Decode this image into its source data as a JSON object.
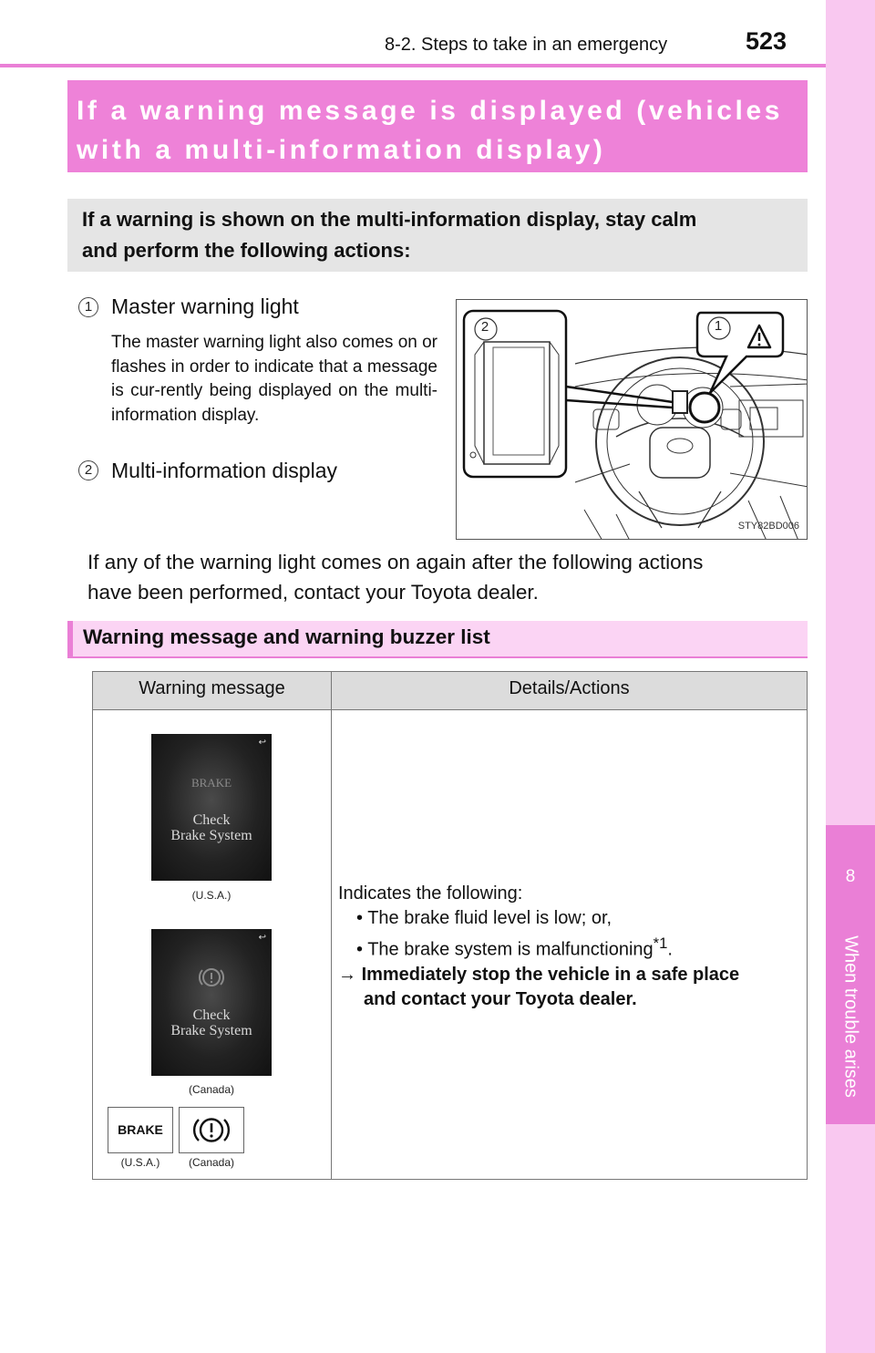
{
  "header": {
    "section": "8-2. Steps to take in an emergency",
    "page_number": "523"
  },
  "side_tab": {
    "chapter": "8",
    "label": "When trouble arises"
  },
  "main_heading": {
    "line1": "If a warning message is displayed (vehicles",
    "line2": "with a multi-information display)"
  },
  "intro": {
    "line1": "If a warning is shown on the multi-information display, stay calm",
    "line2": "and perform the following actions:"
  },
  "items": [
    {
      "number": "1",
      "title": "Master warning light",
      "description": "The master warning light also comes on or flashes in order to indicate that a message is cur-rently being displayed on the multi-information display."
    },
    {
      "number": "2",
      "title": "Multi-information display"
    }
  ],
  "illustration": {
    "callout_left": "2",
    "callout_right": "1",
    "code": "STY82BD006"
  },
  "paragraph": {
    "line1": "If any of the warning light comes on again after the following actions",
    "line2": "have been performed, contact your Toyota dealer."
  },
  "sub_heading": "Warning message and warning buzzer list",
  "table": {
    "headers": [
      "Warning message",
      "Details/Actions"
    ],
    "rows": [
      {
        "displays": [
          {
            "top_text": "BRAKE",
            "line1": "Check",
            "line2": "Brake System",
            "caption": "(U.S.A.)"
          },
          {
            "line1": "Check",
            "line2": "Brake System",
            "caption": "(Canada)"
          }
        ],
        "lamps": [
          {
            "label": "BRAKE",
            "caption": "(U.S.A.)"
          },
          {
            "icon": "brake-warning-icon",
            "caption": "(Canada)"
          }
        ],
        "details": {
          "intro": "Indicates the following:",
          "bullet1": "The brake fluid level is low; or,",
          "bullet2": "The brake system is malfunctioning",
          "footnote": "*1",
          "bullet2_end": ".",
          "action_arrow": "→",
          "action_line1": "Immediately stop the vehicle in a safe place",
          "action_line2": "and contact your Toyota dealer."
        }
      }
    ]
  },
  "colors": {
    "accent_pink": "#ea7fd6",
    "heading_pink": "#ee82d8",
    "light_pink": "#fbd4f4",
    "side_pink": "#f9c8f0",
    "gray_box": "#e5e5e5"
  }
}
